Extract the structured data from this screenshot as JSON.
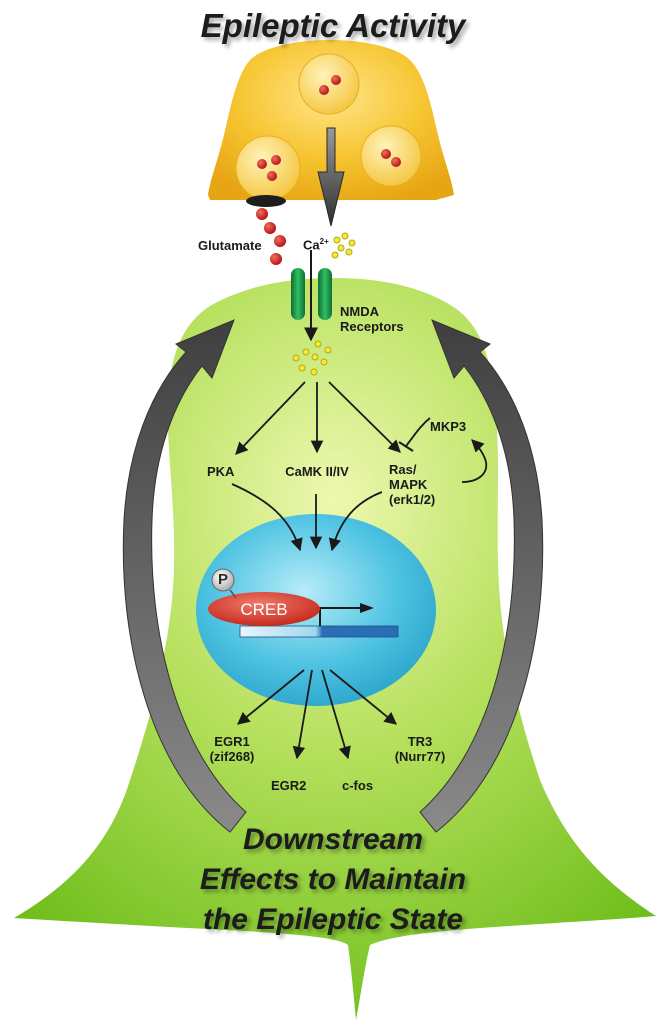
{
  "title": "Epileptic Activity",
  "labels": {
    "glutamate": "Glutamate",
    "ca": "Ca",
    "ca_charge": "2+",
    "nmda_line1": "NMDA",
    "nmda_line2": "Receptors",
    "pka": "PKA",
    "camk": "CaMK II/IV",
    "ras_line1": "Ras/",
    "ras_line2": "MAPK",
    "ras_line3": "(erk1/2)",
    "mkp3": "MKP3",
    "p": "P",
    "creb": "CREB",
    "egr1_line1": "EGR1",
    "egr1_line2": "(zif268)",
    "egr2": "EGR2",
    "cfos": "c-fos",
    "tr3_line1": "TR3",
    "tr3_line2": "(Nurr77)"
  },
  "bottom_text": {
    "line1": "Downstream",
    "line2": "Effects to Maintain",
    "line3": "the Epileptic State"
  },
  "colors": {
    "presynaptic": "#f2b81c",
    "vesicle": "#f6d05a",
    "glutamate_dot": "#c8161e",
    "ca_dot": "#f3ea38",
    "neuron_green": "#7ccc1f",
    "neuron_light": "#e6f5a0",
    "nmda": "#1f9a4c",
    "nucleus": "#3fb7d8",
    "creb": "#d63324",
    "feedback_arrow": "#666666"
  }
}
